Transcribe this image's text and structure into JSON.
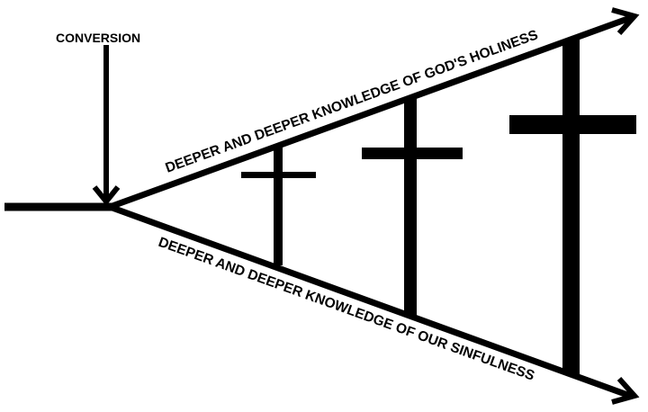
{
  "labels": {
    "conversion": "CONVERSION",
    "upper": "DEEPER AND DEEPER KNOWLEDGE OF GOD'S HOLINESS",
    "lower": "DEEPER AND DEEPER KNOWLEDGE OF OUR SINFULNESS"
  },
  "colors": {
    "ink": "#000000",
    "background": "#ffffff"
  }
}
